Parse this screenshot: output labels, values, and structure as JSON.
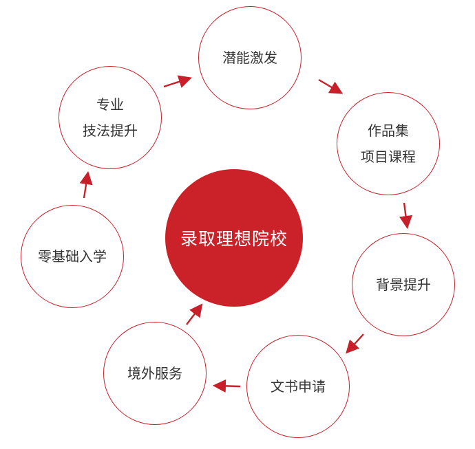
{
  "colors": {
    "accent": "#c8202a",
    "center_fill": "#cb2229",
    "text": "#333333"
  },
  "center": {
    "label": "录取理想院校"
  },
  "steps": [
    {
      "id": "potential",
      "lines": [
        "潜能激发"
      ]
    },
    {
      "id": "portfolio",
      "lines": [
        "作品集",
        "项目课程"
      ]
    },
    {
      "id": "background",
      "lines": [
        "背景提升"
      ]
    },
    {
      "id": "documents",
      "lines": [
        "文书申请"
      ]
    },
    {
      "id": "overseas",
      "lines": [
        "境外服务"
      ]
    },
    {
      "id": "zero",
      "lines": [
        "零基础入学"
      ]
    },
    {
      "id": "skills",
      "lines": [
        "专业",
        "技法提升"
      ]
    }
  ]
}
